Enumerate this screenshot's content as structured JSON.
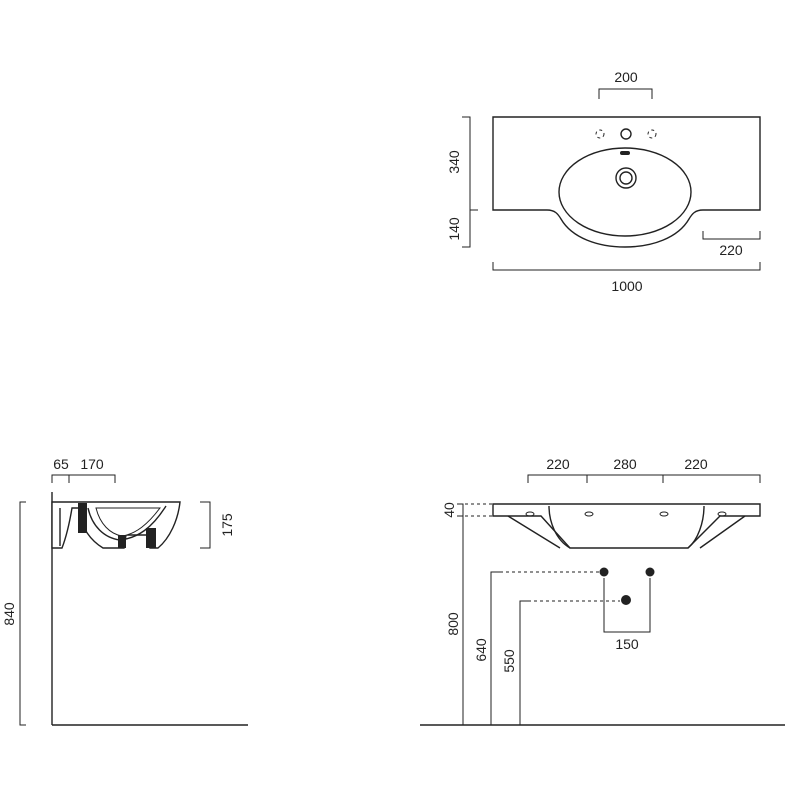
{
  "top_view": {
    "dim_tap_spacing": "200",
    "dim_depth": "340",
    "dim_front_depth": "140",
    "dim_side_shelf": "220",
    "dim_total_width": "1000"
  },
  "side_view": {
    "dim_offset": "65",
    "dim_bowl": "170",
    "dim_height": "175",
    "dim_mount_height": "840"
  },
  "front_view": {
    "dim_left": "220",
    "dim_center": "280",
    "dim_right": "220",
    "dim_thickness": "40",
    "dim_top_height": "800",
    "dim_supply_height": "640",
    "dim_drain_height": "550",
    "dim_supply_spacing": "150"
  }
}
